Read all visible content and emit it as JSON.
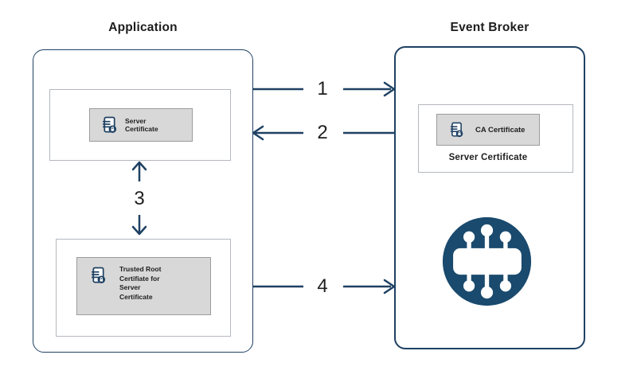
{
  "colors": {
    "navy": "#1f4163",
    "broker_circle": "#1a4a6d",
    "gray_fill": "#d8d8d8",
    "gray_border": "#9c9c9c",
    "light_border": "#b4b9be",
    "text": "#1d1d1d"
  },
  "application": {
    "title": "Application",
    "server_certificate": {
      "line1": "Server",
      "line2": "Certificate"
    },
    "trusted_root": {
      "line1": "Trusted Root",
      "line2": "Certifiate for",
      "line3": "Server",
      "line4": "Certificate"
    }
  },
  "event_broker": {
    "title": "Event Broker",
    "ca_certificate_label": "CA Certificate",
    "server_certificate_label": "Server Certificate"
  },
  "steps": {
    "one": "1",
    "two": "2",
    "three": "3",
    "four": "4"
  },
  "icons": {
    "certificate": "certificate-icon",
    "event_broker": "event-broker-icon"
  }
}
